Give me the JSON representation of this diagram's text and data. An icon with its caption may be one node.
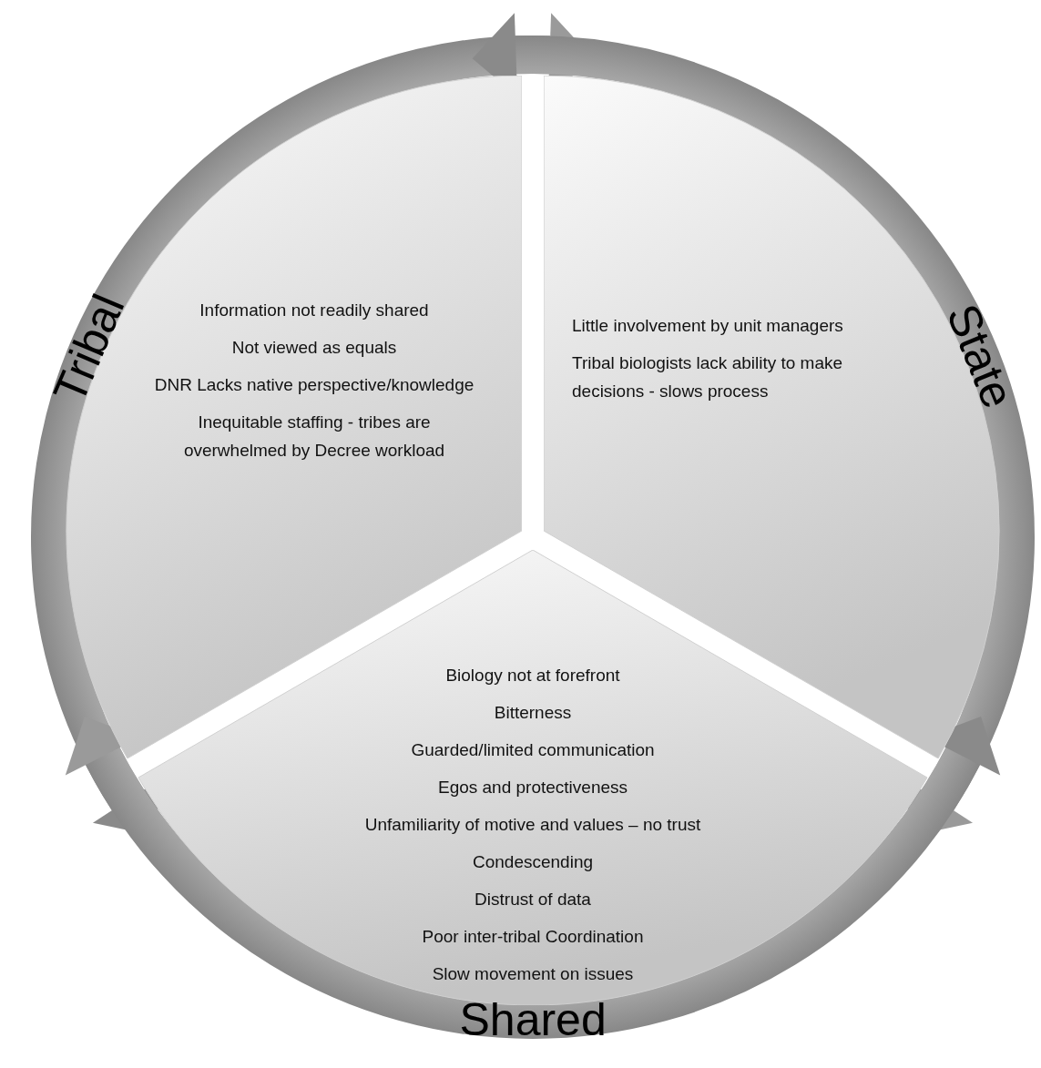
{
  "diagram": {
    "nodes": [
      {
        "text": [
          "Information not readily shared",
          "Not viewed as equals",
          "DNR Lacks native perspective/knowledge",
          "Inequitable staffing - tribes are overwhelmed by Decree workload"
        ]
      },
      {
        "text": [
          "Little involvement by unit managers",
          "Tribal biologists lack ability to make decisions - slows process"
        ]
      },
      {
        "text": [
          "Biology not at forefront",
          "Bitterness",
          "Guarded/limited communication",
          "Egos and protectiveness",
          "Unfamiliarity of motive and values – no trust",
          "Condescending",
          "Distrust of data",
          "Poor inter-tribal Coordination",
          "Slow movement on issues"
        ]
      }
    ],
    "edges": [],
    "labels": [
      "Tribal",
      "State",
      "Shared"
    ]
  }
}
